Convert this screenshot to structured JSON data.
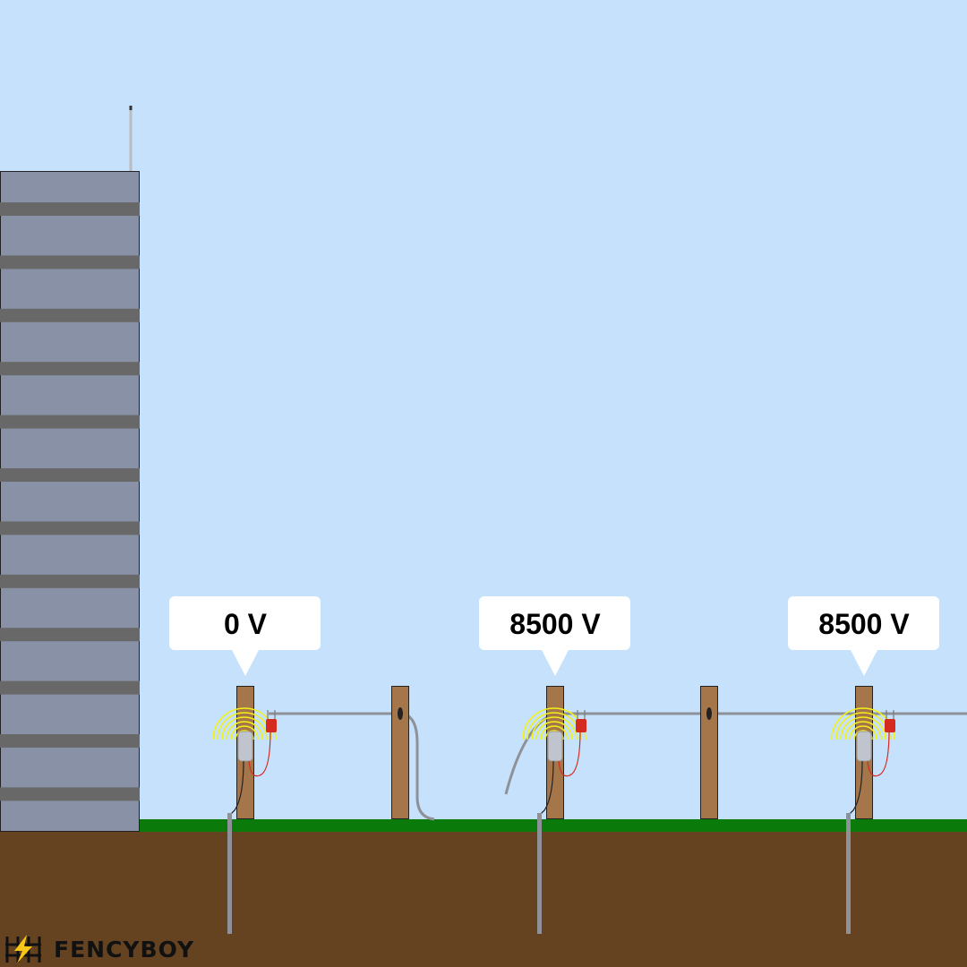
{
  "colors": {
    "sky": "#c5e1fb",
    "ground": "#654321",
    "grass": "#0a7a0a",
    "building": "#8891a6",
    "building_stripe": "#686868",
    "post": "#a57649",
    "wire": "#8e9198",
    "energizer": "#c0c4cc",
    "clip": "#d42a1f",
    "pulse": "#f2f21a"
  },
  "voltage_labels": [
    {
      "text": "0 V"
    },
    {
      "text": "8500 V"
    },
    {
      "text": "8500 V"
    }
  ],
  "logo": {
    "text": "FENCYBOY",
    "icon": "lightning-fence-icon"
  }
}
